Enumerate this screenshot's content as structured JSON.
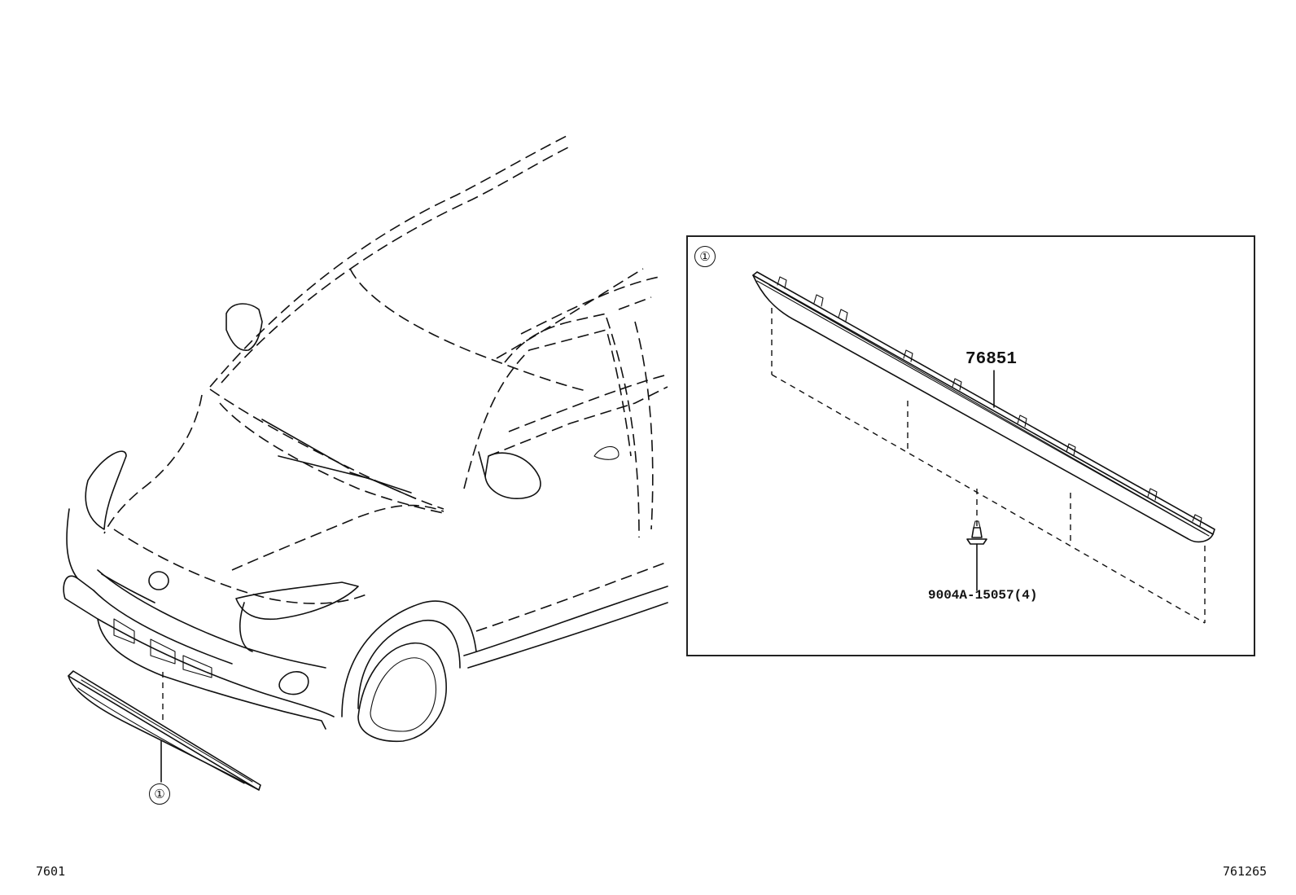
{
  "callouts": {
    "ref_main": "①",
    "ref_detail": "①"
  },
  "parts": {
    "molding_number": "76851",
    "clip_number": "9004A-15057(4)"
  },
  "footer": {
    "left_code": "7601",
    "right_code": "761265"
  }
}
